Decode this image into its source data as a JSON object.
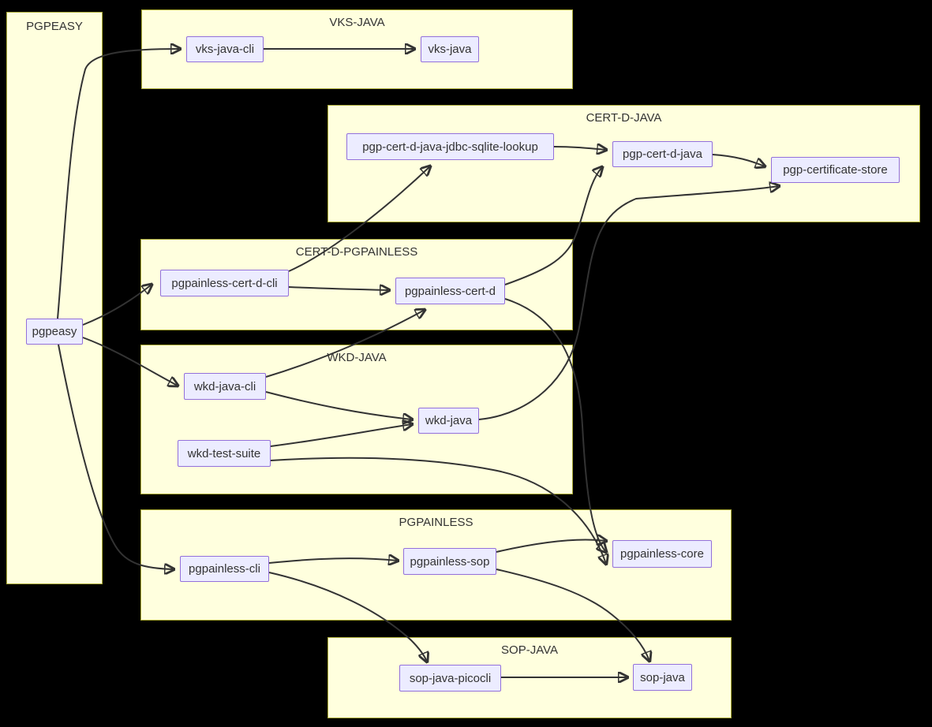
{
  "diagram": {
    "background": "#000000",
    "colors": {
      "cluster_fill": "#ffffde",
      "cluster_border": "#aaaa33",
      "node_fill": "#ececff",
      "node_border": "#9370db",
      "edge": "#333333",
      "text": "#333333"
    },
    "clusters": {
      "pgpeasy": {
        "title": "PGPEASY"
      },
      "vks_java": {
        "title": "VKS-JAVA"
      },
      "cert_d_java": {
        "title": "CERT-D-JAVA"
      },
      "cert_d_pgpainless": {
        "title": "CERT-D-PGPAINLESS"
      },
      "wkd_java": {
        "title": "WKD-JAVA"
      },
      "pgpainless": {
        "title": "PGPAINLESS"
      },
      "sop_java": {
        "title": "SOP-JAVA"
      }
    },
    "nodes": {
      "pgpeasy": {
        "label": "pgpeasy"
      },
      "vks_java_cli": {
        "label": "vks-java-cli"
      },
      "vks_java": {
        "label": "vks-java"
      },
      "pgp_cert_d_java_jdbc_sqlite_lookup": {
        "label": "pgp-cert-d-java-jdbc-sqlite-lookup"
      },
      "pgp_cert_d_java": {
        "label": "pgp-cert-d-java"
      },
      "pgp_certificate_store": {
        "label": "pgp-certificate-store"
      },
      "pgpainless_cert_d_cli": {
        "label": "pgpainless-cert-d-cli"
      },
      "pgpainless_cert_d": {
        "label": "pgpainless-cert-d"
      },
      "wkd_java_cli": {
        "label": "wkd-java-cli"
      },
      "wkd_java": {
        "label": "wkd-java"
      },
      "wkd_test_suite": {
        "label": "wkd-test-suite"
      },
      "pgpainless_cli": {
        "label": "pgpainless-cli"
      },
      "pgpainless_sop": {
        "label": "pgpainless-sop"
      },
      "pgpainless_core": {
        "label": "pgpainless-core"
      },
      "sop_java_picocli": {
        "label": "sop-java-picocli"
      },
      "sop_java": {
        "label": "sop-java"
      }
    },
    "edges": [
      {
        "from": "pgpeasy",
        "to": "vks-java-cli"
      },
      {
        "from": "pgpeasy",
        "to": "pgpainless-cert-d-cli"
      },
      {
        "from": "pgpeasy",
        "to": "wkd-java-cli"
      },
      {
        "from": "pgpeasy",
        "to": "pgpainless-cli"
      },
      {
        "from": "vks-java-cli",
        "to": "vks-java"
      },
      {
        "from": "pgp-cert-d-java-jdbc-sqlite-lookup",
        "to": "pgp-cert-d-java"
      },
      {
        "from": "pgp-cert-d-java",
        "to": "pgp-certificate-store"
      },
      {
        "from": "pgpainless-cert-d-cli",
        "to": "pgp-cert-d-java-jdbc-sqlite-lookup"
      },
      {
        "from": "pgpainless-cert-d-cli",
        "to": "pgpainless-cert-d"
      },
      {
        "from": "pgpainless-cert-d",
        "to": "pgp-cert-d-java"
      },
      {
        "from": "pgpainless-cert-d",
        "to": "pgpainless-core"
      },
      {
        "from": "wkd-java-cli",
        "to": "pgpainless-cert-d"
      },
      {
        "from": "wkd-java-cli",
        "to": "wkd-java"
      },
      {
        "from": "wkd-test-suite",
        "to": "wkd-java"
      },
      {
        "from": "wkd-test-suite",
        "to": "pgpainless-core"
      },
      {
        "from": "wkd-java",
        "to": "pgp-certificate-store"
      },
      {
        "from": "pgpainless-cli",
        "to": "pgpainless-sop"
      },
      {
        "from": "pgpainless-cli",
        "to": "sop-java-picocli"
      },
      {
        "from": "pgpainless-sop",
        "to": "pgpainless-core"
      },
      {
        "from": "pgpainless-sop",
        "to": "sop-java"
      },
      {
        "from": "sop-java-picocli",
        "to": "sop-java"
      }
    ]
  }
}
